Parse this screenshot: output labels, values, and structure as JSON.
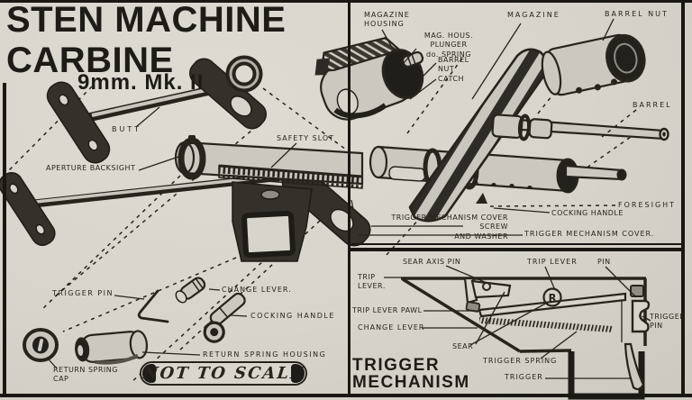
{
  "colors": {
    "paper": "#d7d4cb",
    "ink": "#26241c",
    "bar": "#191813"
  },
  "title": {
    "line1": "STEN MACHINE",
    "line2": "CARBINE",
    "subtitle": "9mm. Mk. II"
  },
  "banner": {
    "text": "NOT TO SCALE"
  },
  "diagram_labels": {
    "butt": "BUTT",
    "aperture_backsight": "APERTURE BACKSIGHT",
    "safety_slot": "SAFETY SLOT",
    "magazine_housing": "MAGAZINE\nHOUSING",
    "mag_hous_plunger": "MAG. HOUS. PLUNGER\ndo. SPRING",
    "barrel_nut_catch": "BARREL\nNUT\nCATCH",
    "magazine": "MAGAZINE",
    "barrel_nut": "BARREL NUT",
    "barrel": "BARREL",
    "foresight": "FORESIGHT",
    "cocking_handle": "COCKING HANDLE",
    "trigger_mech_cover_screw": "TRIGGER MECHANISM COVER SCREW\nAND WASHER",
    "trigger_mech_cover": "TRIGGER MECHANISM COVER.",
    "trigger_pin": "TRIGGER PIN",
    "change_lever": "CHANGE LEVER.",
    "cocking_handle_2": "COCKING HANDLE",
    "return_spring_housing": "RETURN SPRING HOUSING",
    "return_spring_cap": "RETURN SPRING\nCAP"
  },
  "inset": {
    "title": "TRIGGER\nMECHANISM",
    "symbol": "R",
    "labels": {
      "sear_axis_pin": "SEAR AXIS PIN",
      "trip_lever_top": "TRIP LEVER",
      "pin": "PIN",
      "trip_lever_left": "TRIP\nLEVER.",
      "trip_lever_pawl": "TRIP LEVER PAWL",
      "change_lever": "CHANGE LEVER",
      "sear": "SEAR",
      "trigger_spring": "TRIGGER SPRING",
      "trigger": "TRIGGER",
      "trigger_pin_right": "TRIGGER\nPIN"
    }
  }
}
